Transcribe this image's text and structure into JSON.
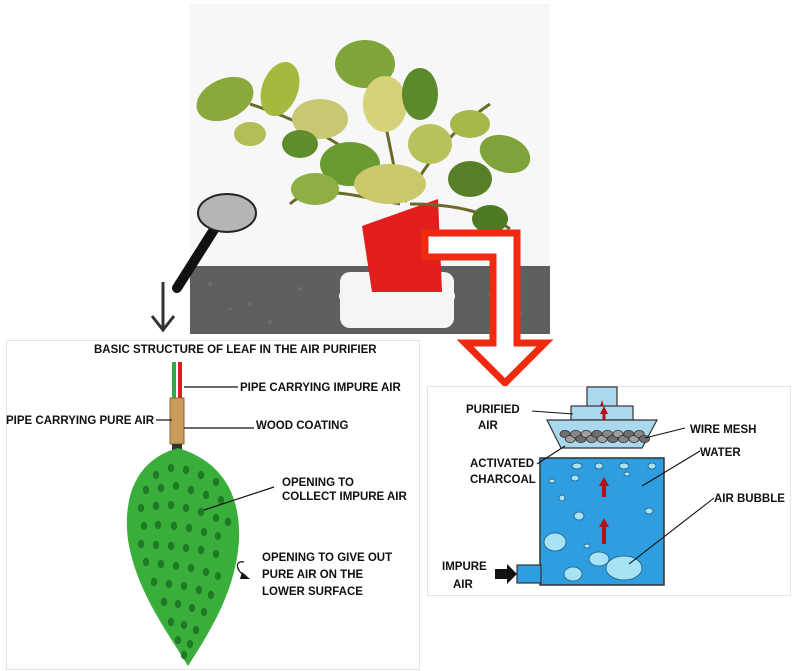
{
  "leaf_panel": {
    "title": "BASIC STRUCTURE OF LEAF IN THE AIR PURIFIER",
    "labels": {
      "impure_pipe": "PIPE CARRYING IMPURE AIR",
      "pure_pipe": "PIPE CARRYING PURE AIR",
      "wood_coating": "WOOD COATING",
      "collect_opening_1": "OPENING TO",
      "collect_opening_2": "COLLECT IMPURE AIR",
      "give_out_1": "OPENING TO GIVE OUT",
      "give_out_2": "PURE AIR ON THE",
      "give_out_3": "LOWER SURFACE"
    }
  },
  "purifier_panel": {
    "labels": {
      "purified_1": "PURIFIED",
      "purified_2": "AIR",
      "wire_mesh": "WIRE MESH",
      "activated_1": "ACTIVATED",
      "activated_2": "CHARCOAL",
      "water": "WATER",
      "air_bubble": "AIR BUBBLE",
      "impure_1": "IMPURE",
      "impure_2": "AIR"
    }
  },
  "colors": {
    "leaf_green": "#3aae3a",
    "water_blue": "#2e9ee0",
    "pot_red": "#e21d1d",
    "arrow_red": "#f02a10",
    "inner_arrow": "#b01313"
  }
}
